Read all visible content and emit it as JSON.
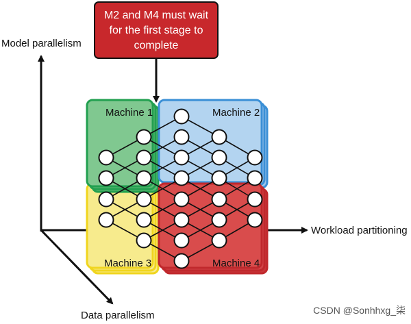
{
  "note": {
    "lines": [
      "M2 and M4 must wait",
      "for the first stage to",
      "complete"
    ]
  },
  "axes": {
    "model": "Model parallelism",
    "workload": "Workload partitioning",
    "data": "Data parallelism"
  },
  "machines": [
    {
      "label": "Machine 1",
      "color": "#5fb873"
    },
    {
      "label": "Machine 2",
      "color": "#9ec6ea"
    },
    {
      "label": "Machine 3",
      "color": "#f7eb8d"
    },
    {
      "label": "Machine 4",
      "color": "#d94c4c"
    }
  ],
  "colors": {
    "note_fill": "#c8282c",
    "machine1_frame": "#22a050",
    "machine2_frame": "#3a8fd6",
    "machine3_frame": "#f0d51e",
    "machine4_frame": "#c0282c"
  },
  "watermark": "CSDN @Sonhhxg_柒"
}
